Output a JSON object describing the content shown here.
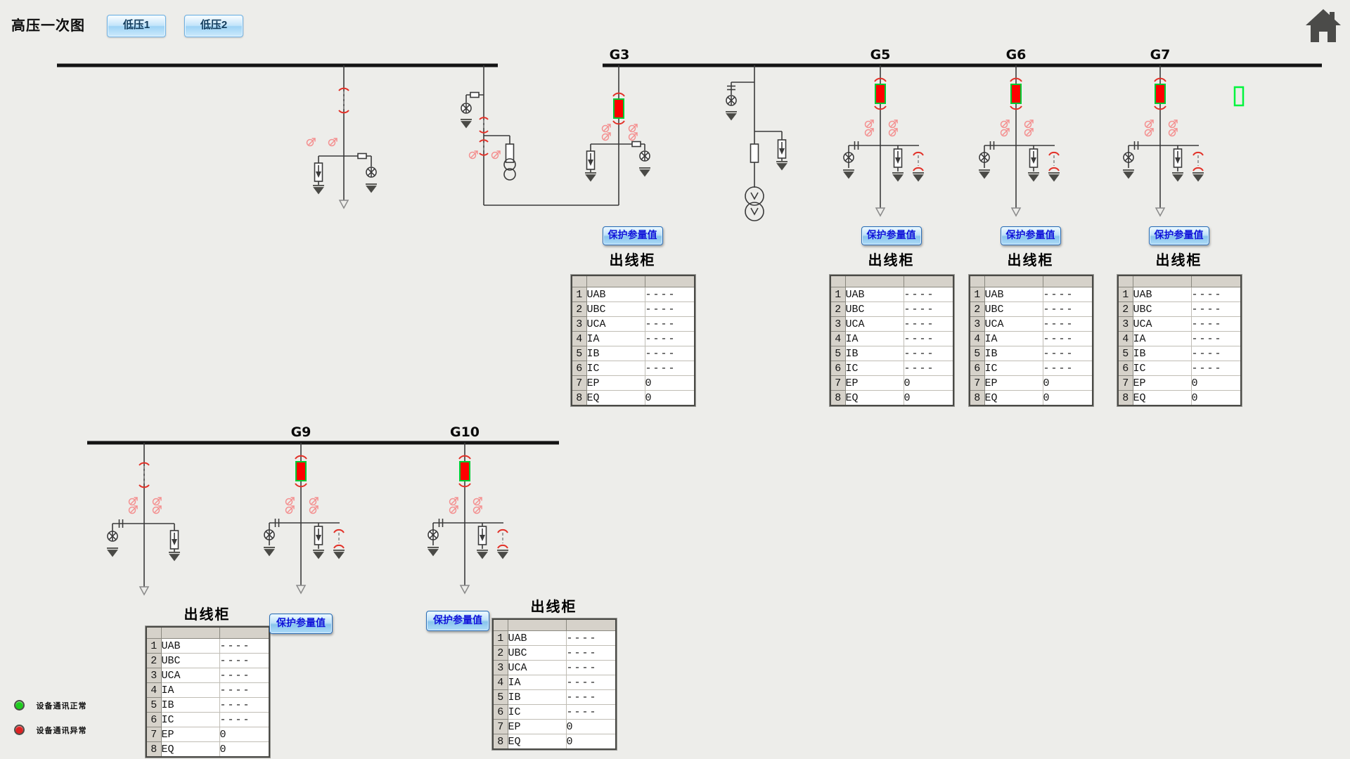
{
  "title": "高压一次图",
  "nav": {
    "lv1": "低压1",
    "lv2": "低压2"
  },
  "icons": {
    "home": "house"
  },
  "feeders": {
    "g3": "G3",
    "g5": "G5",
    "g6": "G6",
    "g7": "G7",
    "g9": "G9",
    "g10": "G10"
  },
  "cabinet": {
    "title": "出线柜",
    "protection_button": "保护参量值",
    "header": [
      "",
      "",
      ""
    ],
    "rows": [
      {
        "no": "1",
        "name": "UAB",
        "value": "----"
      },
      {
        "no": "2",
        "name": "UBC",
        "value": "----"
      },
      {
        "no": "3",
        "name": "UCA",
        "value": "----"
      },
      {
        "no": "4",
        "name": "IA",
        "value": "----"
      },
      {
        "no": "5",
        "name": "IB",
        "value": "----"
      },
      {
        "no": "6",
        "name": "IC",
        "value": "----"
      },
      {
        "no": "7",
        "name": "EP",
        "value": "0"
      },
      {
        "no": "8",
        "name": "EQ",
        "value": "0"
      }
    ]
  },
  "legend": [
    {
      "color": "#1ecc1e",
      "label": "设备通讯正常"
    },
    {
      "color": "#dd2222",
      "label": "设备通讯异常"
    }
  ],
  "colors": {
    "background": "#ededea",
    "busbar": "#141414",
    "line": "#3a3a3a",
    "breaker_closed_fill": "#ff0000",
    "breaker_closed_edge": "#00cc33",
    "open_switch": "#e23128",
    "ct_symbol": "#f49090",
    "indicator_green": "#00f53d",
    "protection_button_text": "#1212d8"
  }
}
